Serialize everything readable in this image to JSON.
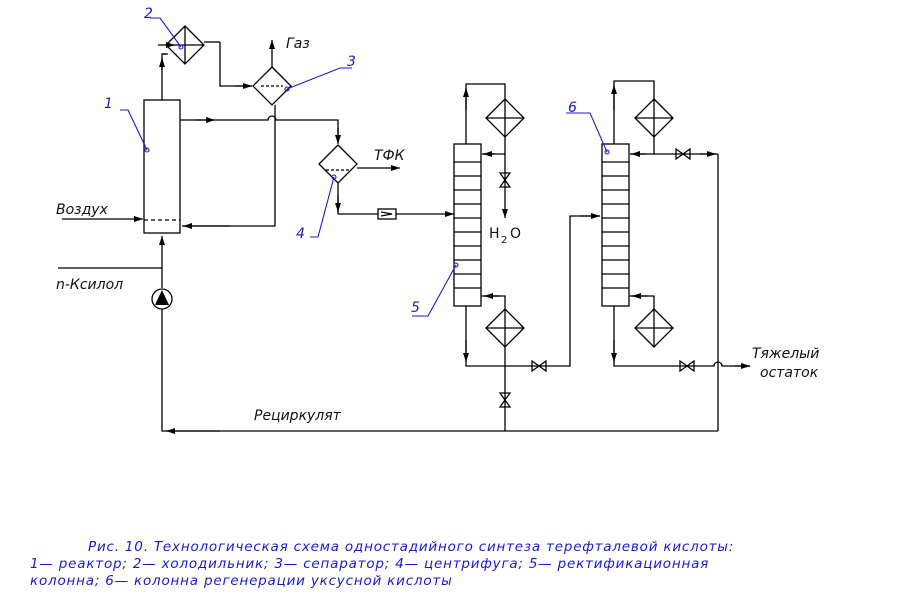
{
  "labels": {
    "gas": "Газ",
    "tfk": "ТФК",
    "air": "Воздух",
    "xylene": "n-Ксилол",
    "water_h": "H",
    "water_2": "2",
    "water_o": "O",
    "recycle": "Рециркулят",
    "heavy_line1": "Тяжелый",
    "heavy_line2": "остаток"
  },
  "numbers": {
    "n1": "1",
    "n2": "2",
    "n3": "3",
    "n4": "4",
    "n5": "5",
    "n6": "6"
  },
  "caption": {
    "line1": "Рис. 10.  Технологическая схема одностадийного синтеза терефталевой кислоты:",
    "line2": "1— реактор; 2— холодильник; 3— сепаратор; 4— центрифуга; 5— ректификационная",
    "line3": "колонна; 6— колонна регенерации уксусной кислоты"
  },
  "colors": {
    "line": "#000000",
    "callout": "#1a1ad6"
  }
}
